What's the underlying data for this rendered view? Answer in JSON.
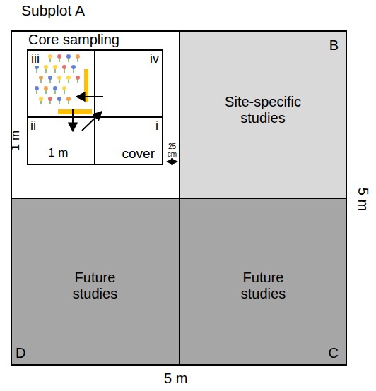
{
  "diagram": {
    "nodes": [
      {
        "text": [
          "Subplot A",
          "Core sampling"
        ]
      },
      {
        "text": [
          "iii"
        ],
        "in": 0
      },
      {
        "text": [
          "iv"
        ],
        "in": 0
      },
      {
        "text": [
          "ii"
        ],
        "in": 0
      },
      {
        "text": [
          "i",
          "cover"
        ],
        "in": 0
      },
      {
        "text": [
          "B",
          "Site-specific studies"
        ]
      },
      {
        "text": [
          "D",
          "Future studies"
        ]
      },
      {
        "text": [
          "C",
          "Future studies"
        ]
      }
    ],
    "labels": [
      "1 m",
      "1 m",
      "25 cm",
      "5 m",
      "5 m"
    ]
  }
}
